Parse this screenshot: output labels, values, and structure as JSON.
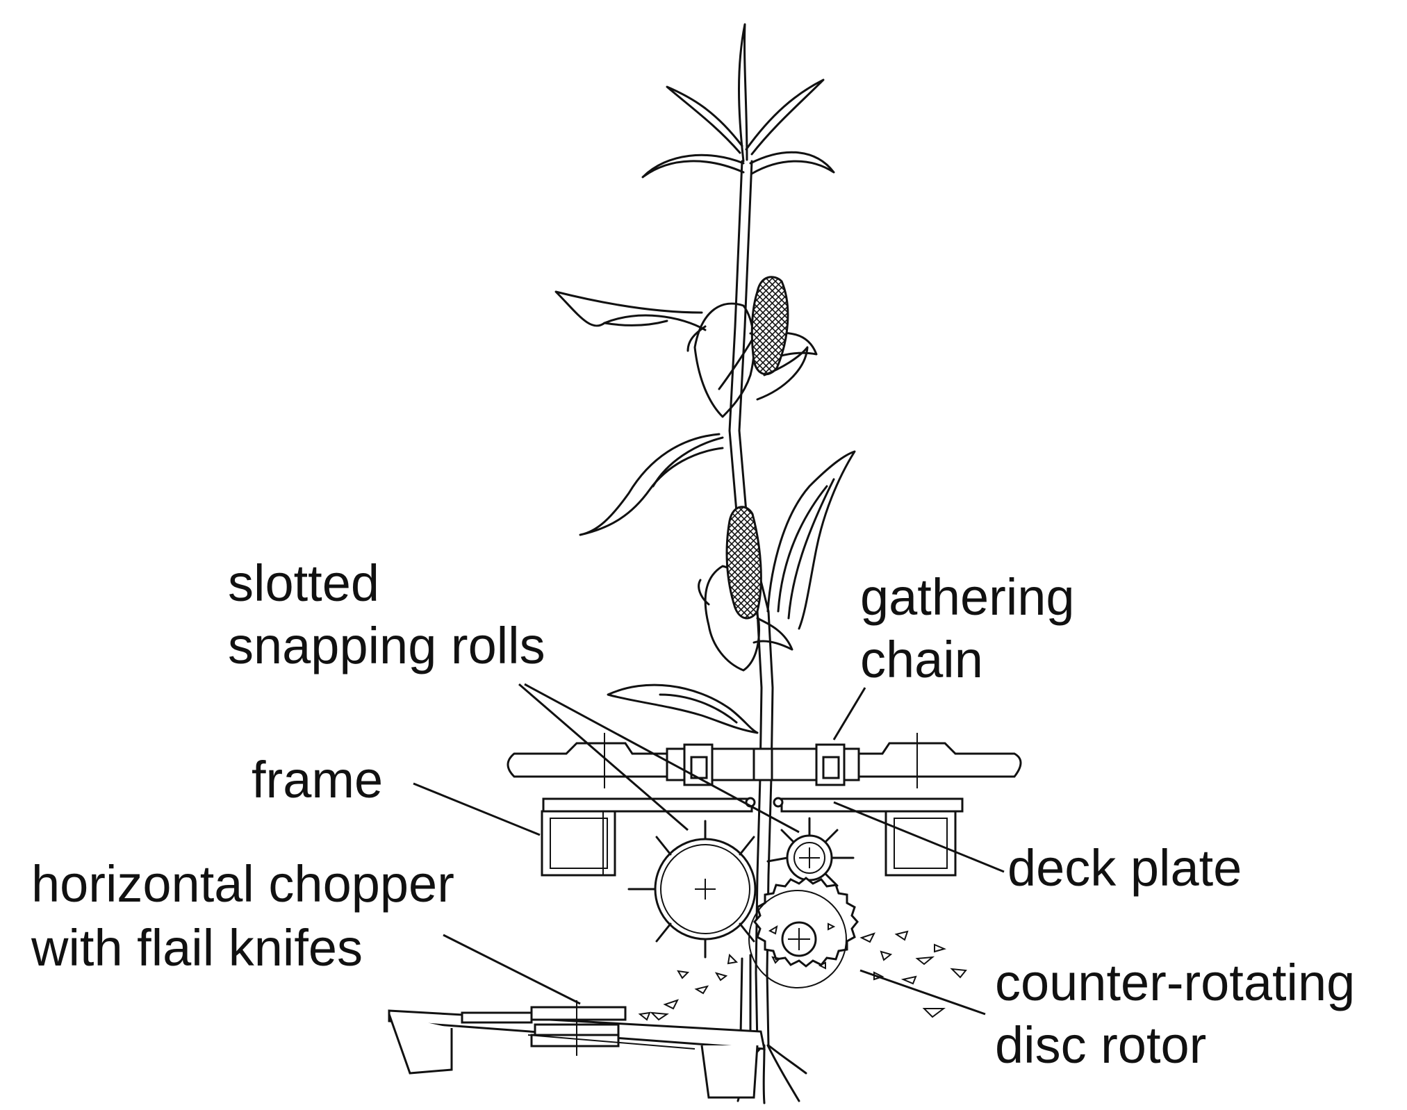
{
  "labels": {
    "slotted_snapping_rolls": [
      "slotted",
      "snapping rolls"
    ],
    "gathering_chain": [
      "gathering",
      "chain"
    ],
    "frame": "frame",
    "deck_plate": "deck plate",
    "horizontal_chopper": [
      "horizontal chopper",
      "with flail knifes"
    ],
    "disc_rotor": [
      "counter-rotating",
      "disc rotor"
    ]
  },
  "colors": {
    "ink": "#111111",
    "background": "#ffffff"
  },
  "icons": {
    "plant": "corn-plant-icon",
    "cob": "corn-cob-icon"
  }
}
